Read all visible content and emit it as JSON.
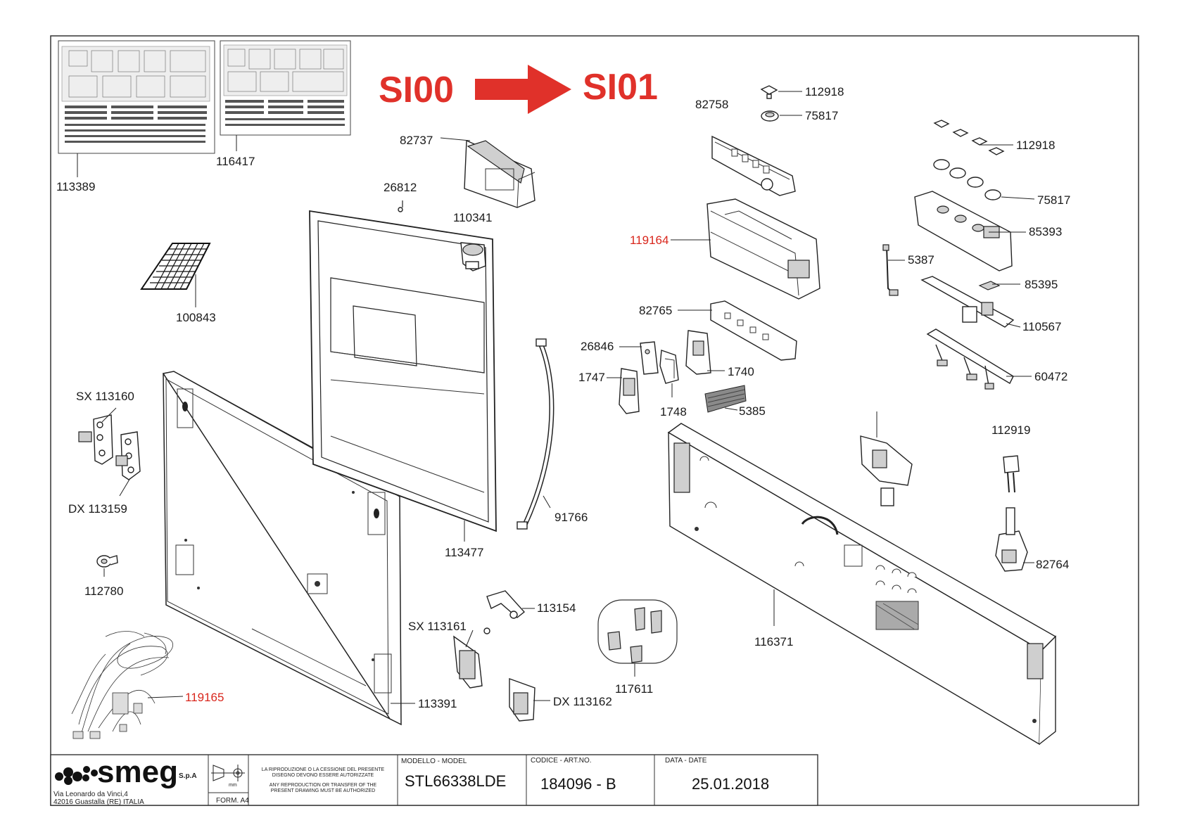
{
  "revision": {
    "from": "SI00",
    "to": "SI01",
    "arrow_color": "#e0312a"
  },
  "accent_red": "#d9261c",
  "labels": {
    "p113389": "113389",
    "p116417": "116417",
    "p82737": "82737",
    "p26812": "26812",
    "p110341": "110341",
    "p100843": "100843",
    "p82758": "82758",
    "p112918a": "112918",
    "p75817a": "75817",
    "p112918b": "112918",
    "p75817b": "75817",
    "p85393": "85393",
    "p119164": "119164",
    "p5387": "5387",
    "p85395": "85395",
    "p82765": "82765",
    "p110567": "110567",
    "p26846": "26846",
    "p1740": "1740",
    "p1747": "1747",
    "p60472": "60472",
    "p1748": "1748",
    "p5385": "5385",
    "p113160": "SX  113160",
    "p112919": "112919",
    "p113159": "DX 113159",
    "p91766": "91766",
    "p113477": "113477",
    "p82764": "82764",
    "p112780": "112780",
    "p113154": "113154",
    "p113161": "SX   113161",
    "p116371": "116371",
    "p117611": "117611",
    "p119165": "119165",
    "p113391": "113391",
    "p113162": "DX 113162"
  },
  "title_block": {
    "brand": "smeg",
    "brand_suffix": "S.p.A",
    "address_line1": "Via Leonardo da Vinci,4",
    "address_line2": "42016  Guastalla (RE) ITALIA",
    "unit": "mm",
    "format": "FORM. A4",
    "notice_it_1": "LA RIPRODUZIONE O LA CESSIONE DEL PRESENTE",
    "notice_it_2": "DISEGNO DEVONO ESSERE AUTORIZZATE",
    "notice_en_1": "ANY REPRODUCTION OR TRANSFER OF THE",
    "notice_en_2": "PRESENT DRAWING MUST BE AUTHORIZED",
    "model_header": "MODELLO - MODEL",
    "model_value": "STL66338LDE",
    "code_header": "CODICE - ART.NO.",
    "code_value": "184096 - B",
    "date_header": "DATA - DATE",
    "date_value": "25.01.2018"
  }
}
